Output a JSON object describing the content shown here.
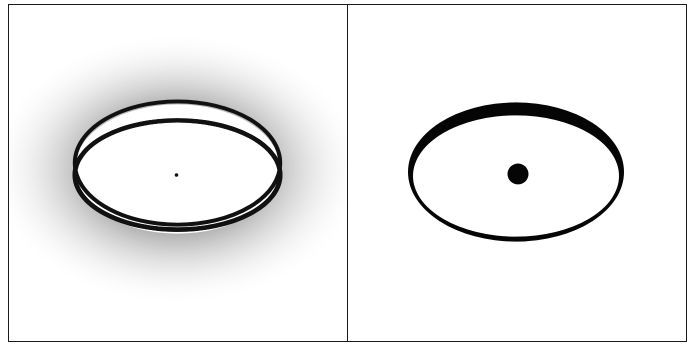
{
  "figure": {
    "panels": [
      {
        "id": "left",
        "content": "ellipse-ring-with-gray-halo",
        "colors": {
          "ring": "#111111",
          "halo": "#8a8a8a",
          "background": "#ffffff"
        }
      },
      {
        "id": "right",
        "content": "ellipse-ring-with-center-dot",
        "colors": {
          "ring": "#050505",
          "dot": "#050505",
          "background": "#ffffff"
        }
      }
    ]
  }
}
